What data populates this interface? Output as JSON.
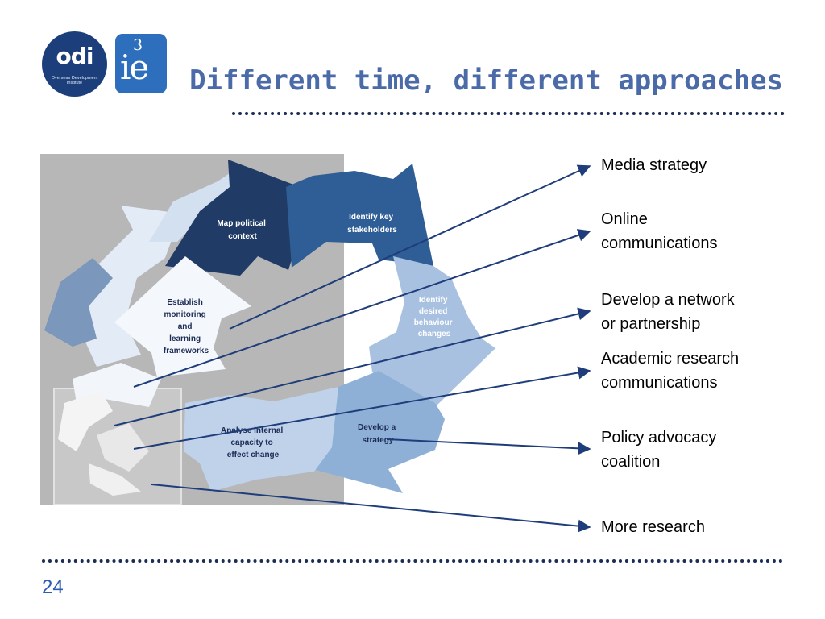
{
  "header": {
    "title": "Different time, different approaches",
    "logos": {
      "odi": {
        "word": "odi",
        "subtitle": "Overseas Development Institute"
      },
      "three_ie": {
        "superscript": "3",
        "word": "ie"
      }
    }
  },
  "diagram": {
    "steps": [
      {
        "lines": [
          "Map political",
          "context"
        ]
      },
      {
        "lines": [
          "Identify key",
          "stakeholders"
        ]
      },
      {
        "lines": [
          "Identify",
          "desired",
          "behaviour",
          "changes"
        ]
      },
      {
        "lines": [
          "Develop a",
          "strategy"
        ]
      },
      {
        "lines": [
          "Analyse internal",
          "capacity to",
          "effect change"
        ]
      },
      {
        "lines": [
          "Establish",
          "monitoring",
          "and",
          "learning",
          "frameworks"
        ]
      }
    ],
    "approaches": [
      {
        "lines": [
          "Media strategy"
        ]
      },
      {
        "lines": [
          "Online",
          "communications"
        ]
      },
      {
        "lines": [
          "Develop a network",
          "or partnership"
        ]
      },
      {
        "lines": [
          "Academic research",
          "communications"
        ]
      },
      {
        "lines": [
          "Policy advocacy",
          "coalition"
        ]
      },
      {
        "lines": [
          "More research"
        ]
      }
    ]
  },
  "footer": {
    "page_number": "24"
  },
  "colors": {
    "title": "#4b6aa8",
    "rule": "#1c2c55",
    "connector": "#1f3d7a",
    "step_dark": "#1f3b66",
    "step_mid": "#2f5d95",
    "step_light": "#a9c1e0",
    "page_number": "#2d5db3"
  }
}
